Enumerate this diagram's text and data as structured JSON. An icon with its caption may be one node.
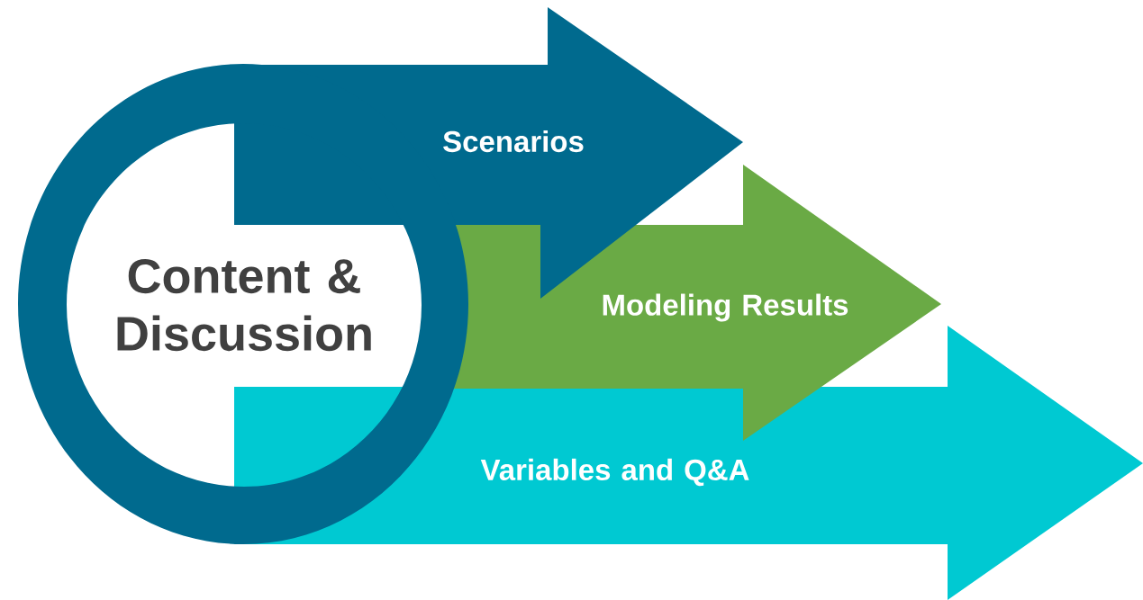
{
  "diagram": {
    "nodes": [
      {
        "text": [
          "Content & Discussion"
        ]
      },
      {
        "text": [
          "Scenarios"
        ]
      },
      {
        "text": [
          "Modeling Results"
        ]
      },
      {
        "text": [
          "Variables and Q&A"
        ]
      }
    ]
  }
}
